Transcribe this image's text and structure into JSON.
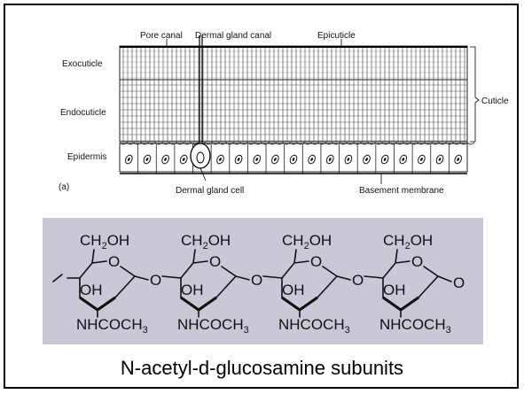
{
  "diagram": {
    "labels": {
      "pore_canal": "Pore canal",
      "dermal_gland_canal": "Dermal gland canal",
      "epicuticle": "Epicuticle",
      "exocuticle": "Exocuticle",
      "endocuticle": "Endocuticle",
      "cuticle": "Cuticle",
      "epidermis": "Epidermis",
      "panel": "(a)",
      "dermal_gland_cell": "Dermal gland cell",
      "basement_membrane": "Basement membrane"
    },
    "epidermis_cell_count": 19
  },
  "chitin": {
    "background": "#c9c8d6",
    "units": [
      {
        "ch2oh_main": "CH",
        "ch2oh_sub": "2",
        "ch2oh_tail": "OH",
        "ring_o": "O",
        "oh": "OH",
        "nh_main": "NHCOCH",
        "nh_sub": "3"
      },
      {
        "ch2oh_main": "CH",
        "ch2oh_sub": "2",
        "ch2oh_tail": "OH",
        "ring_o": "O",
        "oh": "OH",
        "nh_main": "NHCOCH",
        "nh_sub": "3"
      },
      {
        "ch2oh_main": "CH",
        "ch2oh_sub": "2",
        "ch2oh_tail": "OH",
        "ring_o": "O",
        "oh": "OH",
        "nh_main": "NHCOCH",
        "nh_sub": "3"
      },
      {
        "ch2oh_main": "CH",
        "ch2oh_sub": "2",
        "ch2oh_tail": "OH",
        "ring_o": "O",
        "oh": "OH",
        "nh_main": "NHCOCH",
        "nh_sub": "3"
      }
    ],
    "bridge_o": "O",
    "end_o": "O"
  },
  "caption": "N-acetyl-d-glucosamine subunits"
}
